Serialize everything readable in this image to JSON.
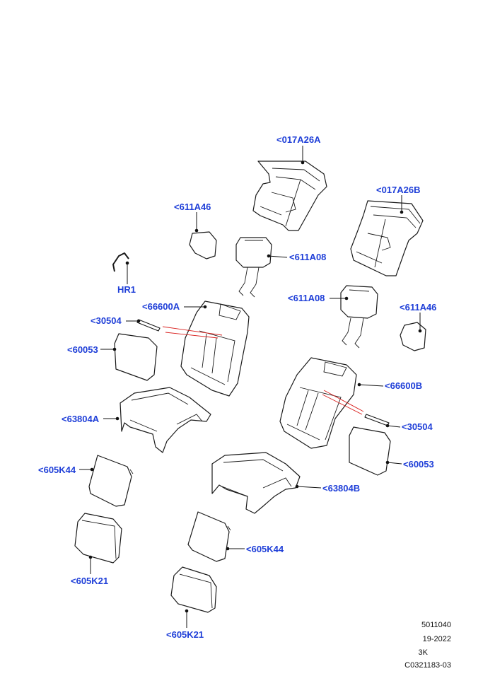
{
  "accent_color": "#1f3fd8",
  "callouts": {
    "c017A26A": "<017A26A",
    "c017A26B": "<017A26B",
    "c611A46_l": "<611A46",
    "c611A46_r": "<611A46",
    "c611A08_l": "<611A08",
    "c611A08_r": "<611A08",
    "cHR1": "HR1",
    "c66600A": "<66600A",
    "c66600B": "<66600B",
    "c30504_l": "<30504",
    "c30504_r": "<30504",
    "c60053_l": "<60053",
    "c60053_r": "<60053",
    "c63804A": "<63804A",
    "c63804B": "<63804B",
    "c605K44_l": "<605K44",
    "c605K44_r": "<605K44",
    "c605K21_l": "<605K21",
    "c605K21_r": "<605K21"
  },
  "footer": {
    "line1": "5011040",
    "line2": "19-2022",
    "line3": "3K",
    "line4": "C0321183-03"
  }
}
